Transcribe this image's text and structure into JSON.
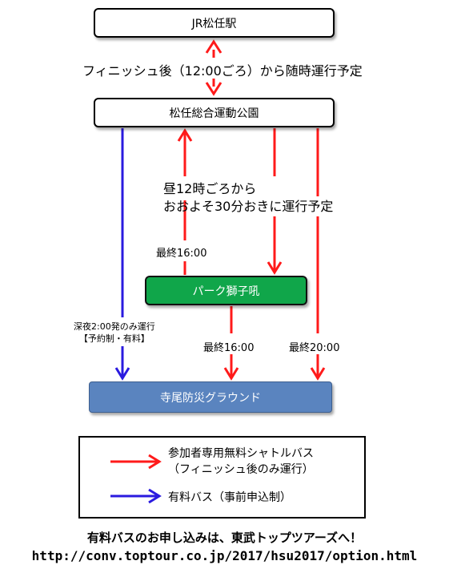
{
  "nodes": {
    "jr_station": "JR松任駅",
    "sports_park": "松任総合運動公園",
    "park_shishiku": "パーク獅子吼",
    "teraogrounds": "寺尾防災グラウンド"
  },
  "labels": {
    "jr_route": "フィニッシュ後（12:00ごろ）から随時運行予定",
    "midday_line1": "昼12時ごろから",
    "midday_line2": "おおよそ30分おきに運行予定",
    "last_1600_a": "最終16:00",
    "last_1600_b": "最終16:00",
    "last_2000": "最終20:00",
    "paid_night_line1": "深夜2:00発のみ運行",
    "paid_night_line2": "【予約制・有料】"
  },
  "legend": {
    "red_line1": "参加者専用無料シャトルバス",
    "red_line2": "（フィニッシュ後のみ運行）",
    "blue": "有料バス（事前申込制）"
  },
  "footer": {
    "line1": "有料バスのお申し込みは、東武トップツアーズへ！",
    "line2": "http://conv.toptour.co.jp/2017/hsu2017/option.html"
  },
  "colors": {
    "red": "#ff1a1a",
    "blue": "#2a1adf",
    "green": "#10a64a",
    "steel_blue": "#5a84bf"
  }
}
